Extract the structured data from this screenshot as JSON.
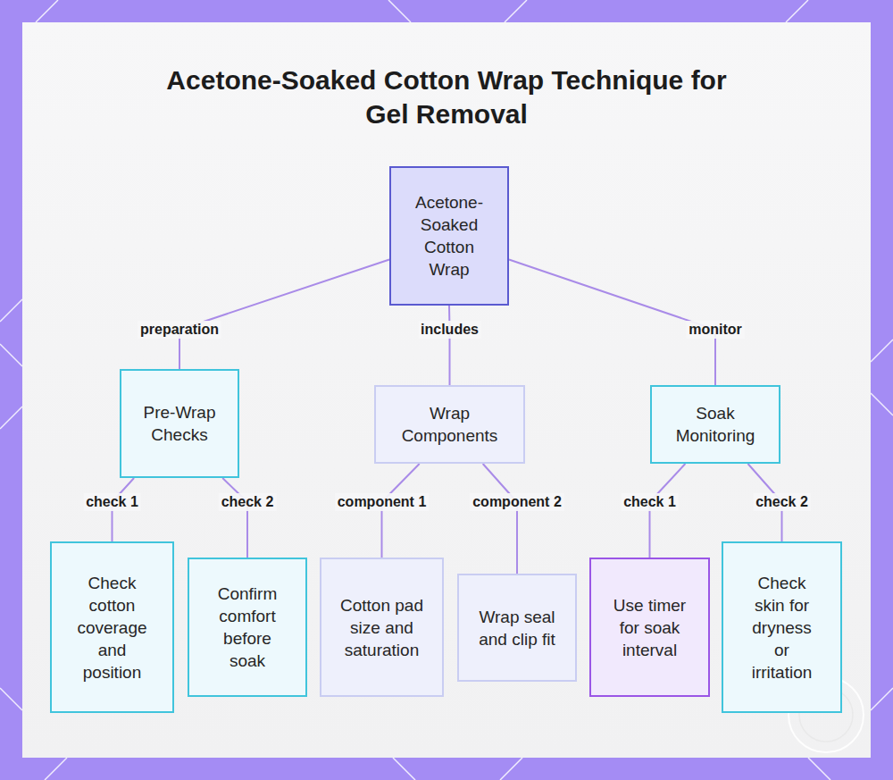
{
  "diagram": {
    "title": "Acetone-Soaked Cotton Wrap Technique for Gel Removal",
    "nodes": [
      {
        "text": [
          "Acetone-Soaked Cotton Wrap"
        ]
      },
      {
        "text": [
          "Pre-Wrap Checks"
        ]
      },
      {
        "text": [
          "Wrap Components"
        ]
      },
      {
        "text": [
          "Soak Monitoring"
        ]
      },
      {
        "text": [
          "Check cotton coverage and position"
        ]
      },
      {
        "text": [
          "Confirm comfort before soak"
        ]
      },
      {
        "text": [
          "Cotton pad size and saturation"
        ]
      },
      {
        "text": [
          "Wrap seal and clip fit"
        ]
      },
      {
        "text": [
          "Use timer for soak interval"
        ]
      },
      {
        "text": [
          "Check skin for dryness or irritation"
        ]
      }
    ],
    "edges": [
      {
        "from": 0,
        "to": 1,
        "label": "preparation",
        "arrow": "none"
      },
      {
        "from": 0,
        "to": 2,
        "label": "includes",
        "arrow": "none"
      },
      {
        "from": 0,
        "to": 3,
        "label": "monitor",
        "arrow": "none"
      },
      {
        "from": 1,
        "to": 4,
        "label": "check 1",
        "arrow": "none"
      },
      {
        "from": 1,
        "to": 5,
        "label": "check 2",
        "arrow": "none"
      },
      {
        "from": 2,
        "to": 6,
        "label": "component 1",
        "arrow": "none"
      },
      {
        "from": 2,
        "to": 7,
        "label": "component 2",
        "arrow": "none"
      },
      {
        "from": 3,
        "to": 8,
        "label": "check 1",
        "arrow": "none"
      },
      {
        "from": 3,
        "to": 9,
        "label": "check 2",
        "arrow": "none"
      }
    ]
  }
}
